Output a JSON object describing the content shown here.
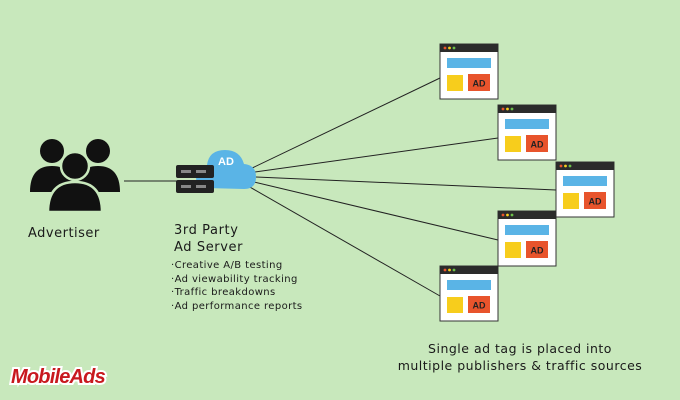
{
  "advertiser": {
    "label": "Advertiser",
    "icon": "people-group-icon"
  },
  "ad_server": {
    "title_line1": "3rd Party",
    "title_line2": "Ad Server",
    "cloud_label": "AD",
    "features": [
      "·Creative A/B testing",
      "·Ad viewability tracking",
      "·Traffic breakdowns",
      "·Ad performance reports"
    ]
  },
  "publishers": {
    "ad_label": "AD",
    "count": 5,
    "caption_line1": "Single ad tag is placed into",
    "caption_line2": "multiple publishers & traffic sources"
  },
  "logo": {
    "text": "MobileAds"
  },
  "colors": {
    "background": "#c8e8bc",
    "cloud": "#5ab4e6",
    "ad_box": "#e8542c",
    "yellow_box": "#f7cd1c",
    "header_bar": "#5ab4e6",
    "logo_red": "#c8181e"
  }
}
